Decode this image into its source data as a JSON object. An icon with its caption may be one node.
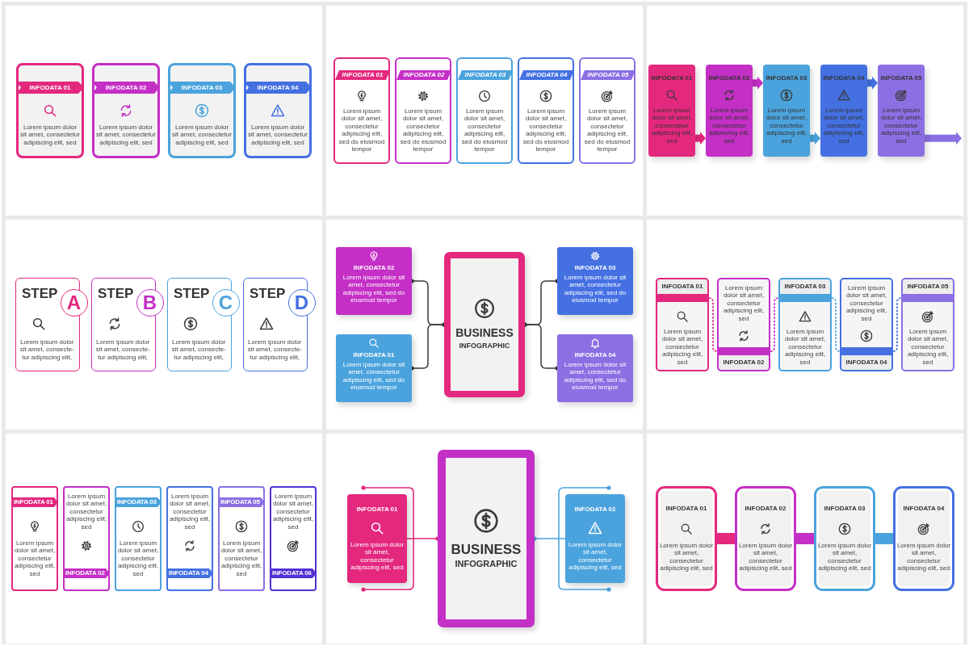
{
  "diagram": {
    "nodes": [
      {
        "text": [
          "INFODATA 01",
          "Lorem ipsum dolor sit amet, consectetur adipiscing elit, sed"
        ]
      },
      {
        "text": [
          "INFODATA 02",
          "Lorem ipsum dolor sit amet, consectetur adipiscing elit, sed"
        ]
      },
      {
        "text": [
          "INFODATA 03",
          "Lorem ipsum dolor sit amet, consectetur adipiscing elit, sed"
        ]
      },
      {
        "text": [
          "INFODATA 04",
          "Lorem ipsum dolor sit amet, consectetur adipiscing elit, sed"
        ]
      },
      {
        "text": [
          "INFODATA 01",
          "Lorem ipsum dolor sit amet, consectetur adipiscing elit, sed do eiusmod tempor"
        ]
      },
      {
        "text": [
          "INFODATA 02",
          "Lorem ipsum dolor sit amet, consectetur adipiscing elit, sed do eiusmod tempor"
        ]
      },
      {
        "text": [
          "INFODATA 03",
          "Lorem ipsum dolor sit amet, consectetur adipiscing elit, sed do eiusmod tempor"
        ]
      },
      {
        "text": [
          "INFODATA 04",
          "Lorem ipsum dolor sit amet, consectetur adipiscing elit, sed do eiusmod tempor"
        ]
      },
      {
        "text": [
          "INFODATA 05",
          "Lorem ipsum dolor sit amet, consectetur adipiscing elit, sed do eiusmod tempor"
        ]
      },
      {
        "text": [
          "INFODATA 01",
          "Lorem ipsum dolor sit amet, consectetur adipiscing elit, sed"
        ]
      },
      {
        "text": [
          "INFODATA 02",
          "Lorem ipsum dolor sit amet, consectetur adipiscing elit, sed"
        ]
      },
      {
        "text": [
          "INFODATA 03",
          "Lorem ipsum dolor sit amet, consectetur adipiscing elit, sed"
        ]
      },
      {
        "text": [
          "INFODATA 04",
          "Lorem ipsum dolor sit amet, consectetur adipiscing elit, sed"
        ]
      },
      {
        "text": [
          "INFODATA 05",
          "Lorem ipsum dolor sit amet, consectetur adipiscing elit, sed"
        ]
      },
      {
        "text": [
          "STEP",
          "Lorem ipsum dolor sit amet, consecte- tur adipiscing elit,"
        ]
      },
      {
        "text": [
          "A"
        ]
      },
      {
        "text": [
          "STEP",
          "Lorem ipsum dolor sit amet, consecte- tur adipiscing elit,"
        ]
      },
      {
        "text": [
          "B"
        ]
      },
      {
        "text": [
          "STEP",
          "Lorem ipsum dolor sit amet, consecte- tur adipiscing elit,"
        ]
      },
      {
        "text": [
          "C"
        ]
      },
      {
        "text": [
          "STEP",
          "Lorem ipsum dolor sit amet, consecte- tur adipiscing elit,"
        ]
      },
      {
        "text": [
          "D"
        ]
      },
      {
        "text": [
          "INFODATA 02",
          "Lorem ipsum dolor sit amet, consectetur adipiscing elit, sed do eiusmod tempor"
        ]
      },
      {
        "text": [
          "INFODATA 01",
          "Lorem ipsum dolor sit amet, consectetur adipiscing elit, sed do eiusmod tempor"
        ]
      },
      {
        "text": [
          "BUSINESS",
          "INFOGRAPHIC"
        ]
      },
      {
        "text": [
          "INFODATA 03",
          "Lorem ipsum dolor sit amet, consectetur adipiscing elit, sed do eiusmod tempor"
        ]
      },
      {
        "text": [
          "INFODATA 04",
          "Lorem ipsum dolor sit amet, consectetur adipiscing elit, sed do eiusmod tempor"
        ]
      },
      {
        "text": [
          "INFODATA 01",
          "Lorem ipsum dolor sit amet, consectetur adipiscing elit, sed"
        ]
      },
      {
        "text": [
          "Lorem ipsum dolor sit amet, consectetur adipiscing elit, sed",
          "INFODATA 02"
        ]
      },
      {
        "text": [
          "INFODATA 03",
          "Lorem ipsum dolor sit amet, consectetur adipiscing elit, sed"
        ]
      },
      {
        "text": [
          "Lorem ipsum dolor sit amet, consectetur adipiscing elit, sed",
          "INFODATA 04"
        ]
      },
      {
        "text": [
          "INFODATA 05",
          "Lorem ipsum dolor sit amet, consectetur adipiscing elit, sed"
        ]
      },
      {
        "text": [
          "INFODATA 01",
          "Lorem ipsum dolor sit amet, consectetur adipiscing elit, sed"
        ]
      },
      {
        "text": [
          "Lorem ipsum dolor sit amet, consectetur adipiscing elit, sed",
          "INFODATA 02"
        ]
      },
      {
        "text": [
          "INFODATA 03",
          "Lorem ipsum dolor sit amet, consectetur adipiscing elit, sed"
        ]
      },
      {
        "text": [
          "Lorem ipsum dolor sit amet, consectetur adipiscing elit, sed",
          "INFODATA 04"
        ]
      },
      {
        "text": [
          "INFODATA 05",
          "Lorem ipsum dolor sit amet, consectetur adipiscing elit, sed"
        ]
      },
      {
        "text": [
          "Lorem ipsum dolor sit amet, consectetur adipiscing elit, sed",
          "INFODATA 06"
        ]
      },
      {
        "text": [
          "INFODATA 01",
          "Lorem ipsum dolor sit amet, consectetur adipiscing elit, sed"
        ]
      },
      {
        "text": [
          "BUSINESS",
          "INFOGRAPHIC"
        ]
      },
      {
        "text": [
          "INFODATA 02",
          "Lorem ipsum dolor sit amet, consectetur adipiscing elit, sed"
        ]
      },
      {
        "text": [
          "INFODATA 01",
          "Lorem ipsum dolor sit amet, consectetur adipiscing elit, sed"
        ]
      },
      {
        "text": [
          "INFODATA 02",
          "Lorem ipsum dolor sit amet, consectetur adipiscing elit, sed"
        ]
      },
      {
        "text": [
          "INFODATA 03",
          "Lorem ipsum dolor sit amet, consectetur adipiscing elit, sed"
        ]
      },
      {
        "text": [
          "INFODATA 04",
          "Lorem ipsum dolor sit amet, consectetur adipiscing elit, sed"
        ]
      }
    ],
    "edges": [
      {
        "from": 9,
        "to": 10,
        "arrow": "to",
        "style": "thick",
        "color": "#e4287e"
      },
      {
        "from": 10,
        "to": 11,
        "arrow": "to",
        "style": "thick",
        "color": "#c42fc6"
      },
      {
        "from": 11,
        "to": 12,
        "arrow": "to",
        "style": "thick",
        "color": "#4ba3dd"
      },
      {
        "from": 12,
        "to": 13,
        "arrow": "to",
        "style": "thick",
        "color": "#4470e2"
      },
      {
        "from": 13,
        "to": null,
        "arrow": "to",
        "style": "thick",
        "color": "#8b6fe3"
      },
      {
        "from": 24,
        "to": 22,
        "arrow": "other",
        "color": "#3a3a3a"
      },
      {
        "from": 24,
        "to": 23,
        "arrow": "other",
        "color": "#3a3a3a"
      },
      {
        "from": 24,
        "to": 25,
        "arrow": "other",
        "color": "#3a3a3a"
      },
      {
        "from": 24,
        "to": 26,
        "arrow": "other",
        "color": "#3a3a3a"
      },
      {
        "from": 27,
        "to": 28,
        "arrow": "none",
        "style": "dashed",
        "color": "#e4287e"
      },
      {
        "from": 28,
        "to": 29,
        "arrow": "none",
        "style": "dashed",
        "color": "#c42fc6"
      },
      {
        "from": 29,
        "to": 30,
        "arrow": "none",
        "style": "dashed",
        "color": "#4ba3dd"
      },
      {
        "from": 30,
        "to": 31,
        "arrow": "none",
        "style": "dashed",
        "color": "#4470e2"
      },
      {
        "from": 39,
        "to": 38,
        "arrow": "other",
        "color": "#e4287e"
      },
      {
        "from": 39,
        "to": 40,
        "arrow": "other",
        "color": "#4ba3dd"
      },
      {
        "from": 41,
        "to": 42,
        "arrow": "none",
        "style": "thick",
        "color": "#e4287e"
      },
      {
        "from": 42,
        "to": 43,
        "arrow": "none",
        "style": "thick",
        "color": "#c42fc6"
      },
      {
        "from": 43,
        "to": 44,
        "arrow": "none",
        "style": "thick",
        "color": "#4ba3dd"
      }
    ]
  }
}
